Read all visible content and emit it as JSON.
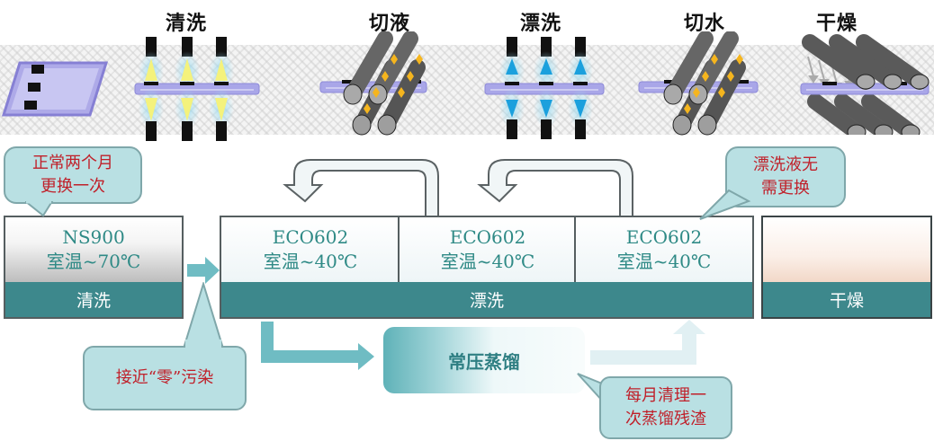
{
  "process_steps": [
    {
      "id": "cleaning",
      "label": "清洗"
    },
    {
      "id": "liquid-cut",
      "label": "切液"
    },
    {
      "id": "rinsing",
      "label": "漂洗"
    },
    {
      "id": "water-cut",
      "label": "切水"
    },
    {
      "id": "drying",
      "label": "干燥"
    }
  ],
  "tanks": {
    "cleaning": {
      "chemical": "NS900",
      "temperature": "室温~70℃",
      "label": "清洗"
    },
    "rinse": {
      "label": "漂洗",
      "stages": [
        {
          "chemical": "ECO602",
          "temperature": "室温~40℃"
        },
        {
          "chemical": "ECO602",
          "temperature": "室温~40℃"
        },
        {
          "chemical": "ECO602",
          "temperature": "室温~40℃"
        }
      ]
    },
    "drying": {
      "label": "干燥"
    }
  },
  "distillation": {
    "label": "常压蒸馏"
  },
  "callouts": {
    "cleaning_replace": [
      "正常两个月",
      "更换一次"
    ],
    "rinse_no_replace": [
      "漂洗液无",
      "需更换"
    ],
    "near_zero": [
      "接近“零”污染"
    ],
    "monthly_clean": [
      "每月清理一",
      "次蒸馏残渣"
    ]
  },
  "colors": {
    "teal": "#3d888c",
    "text_teal": "#2f8a86",
    "callout_fill": "#b9e0e3",
    "callout_text": "#c0202a",
    "substrate": "#a9a6e8",
    "arrow_teal": "#6fbcc3"
  }
}
